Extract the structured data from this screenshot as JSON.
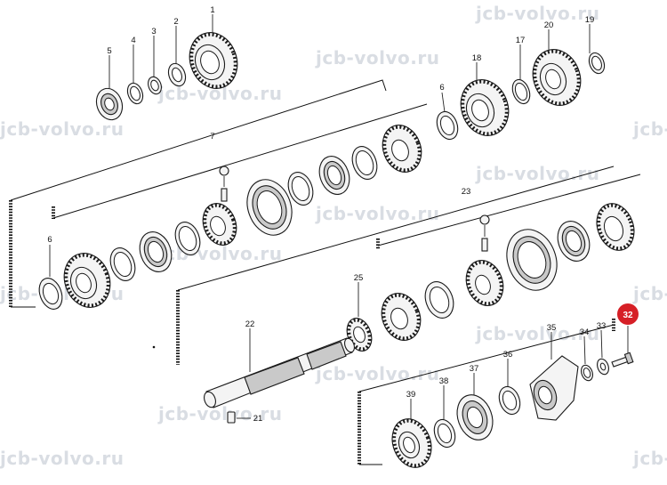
{
  "watermark": "jcb-volvo.ru",
  "callouts": {
    "c1": "1",
    "c2": "2",
    "c3": "3",
    "c4": "4",
    "c5": "5",
    "c6a": "6",
    "c6b": "6",
    "c7": "7",
    "c17": "17",
    "c18": "18",
    "c19": "19",
    "c20": "20",
    "c21": "21",
    "c22": "22",
    "c23": "23",
    "c25": "25",
    "c33": "33",
    "c34": "34",
    "c35": "35",
    "c36": "36",
    "c37": "37",
    "c38": "38",
    "c39": "39"
  },
  "highlight": {
    "label": "32",
    "color": "#d61f26"
  }
}
